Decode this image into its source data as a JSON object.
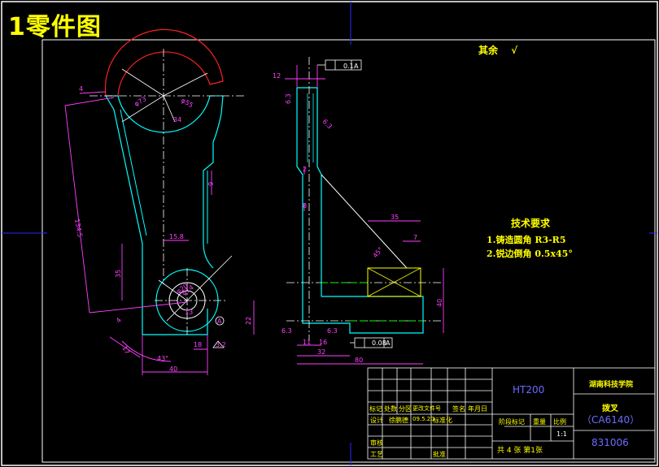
{
  "page_title": "1零件图",
  "surface_note": "其余",
  "surface_symbol": "√",
  "tech_requirements": {
    "heading": "技术要求",
    "items": [
      "1.铸造圆角 R3-R5",
      "2.锐边倒角 0.5x45°"
    ]
  },
  "dimensions": {
    "left_view": [
      "4",
      "φ73",
      "φ55",
      "34",
      "134.5",
      "9",
      "15.8",
      "35",
      "13",
      "φ20",
      "φ14",
      "4",
      "17",
      "43°",
      "18",
      "3.2",
      "40",
      "22",
      "A"
    ],
    "side_view": [
      "0.1",
      "A",
      "12",
      "6.3",
      "6.3",
      "2",
      "8",
      "35",
      "7",
      "45°",
      "11",
      "16",
      "32",
      "80",
      "0.08",
      "A",
      "40",
      "6.3",
      "6.3"
    ]
  },
  "title_block": {
    "material": "HT200",
    "school": "湖南科技学院",
    "part_name": "拨叉",
    "model": "（CA6140）",
    "drawing_no": "831006",
    "scale": "1:1",
    "sheets": "共 4 张 第1张",
    "headers": [
      "标记",
      "处数",
      "分区",
      "更改文件号",
      "签名",
      "年月日"
    ],
    "row2": [
      "设计",
      "徐鹏德",
      "09.5.20",
      "标准化"
    ],
    "rows": [
      "审核",
      "工艺",
      "批准"
    ],
    "stage_labels": [
      "阶段标记",
      "重量",
      "比例"
    ]
  }
}
